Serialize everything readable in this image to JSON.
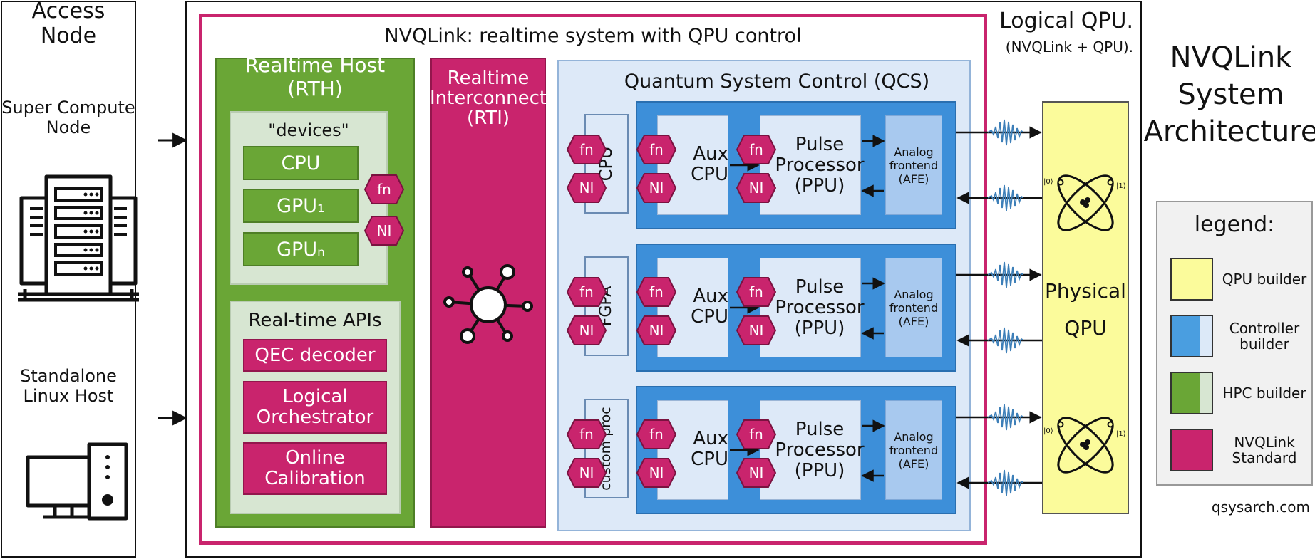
{
  "access": {
    "title": "Access Node",
    "super_compute": "Super Compute\nNode",
    "standalone": "Standalone\nLinux Host"
  },
  "logical_qpu": {
    "title": "Logical QPU.",
    "subtitle": "(NVQLink + QPU)."
  },
  "nvqlink": {
    "title": "NVQLink: realtime system with QPU control"
  },
  "rth": {
    "title": "Realtime Host (RTH)",
    "devices_title": "\"devices\"",
    "devices": [
      "CPU",
      "GPU₁",
      "GPUₙ"
    ],
    "apis_title": "Real-time APIs",
    "apis": [
      "QEC decoder",
      "Logical\nOrchestrator",
      "Online\nCalibration"
    ]
  },
  "rti": {
    "title": "Realtime\nInterconnect\n(RTI)"
  },
  "qcs": {
    "title": "Quantum System Control (QCS)",
    "processors": [
      "CPU",
      "FGPA",
      "custom proc"
    ],
    "aux_label": "Aux\nCPU",
    "ppu_label": "Pulse\nProcessor\n(PPU)",
    "afe_label": "Analog\nfrontend\n(AFE)"
  },
  "tags": {
    "fn": "fn",
    "ni": "NI"
  },
  "physical_qpu": {
    "label": "Physical\nQPU",
    "ket0": "|0⟩",
    "ket1": "|1⟩"
  },
  "diagram_title": "NVQLink\nSystem\nArchitecture",
  "legend": {
    "title": "legend:",
    "items": [
      {
        "label": "QPU builder",
        "colors": [
          "#fbfb9b",
          "#fbfb9b"
        ]
      },
      {
        "label": "Controller\nbuilder",
        "colors": [
          "#4a9ee0",
          "#dce9f8"
        ]
      },
      {
        "label": "HPC builder",
        "colors": [
          "#6aa636",
          "#d7e6d2"
        ]
      },
      {
        "label": "NVQLink\nStandard",
        "colors": [
          "#c9246d",
          "#c9246d"
        ]
      }
    ]
  },
  "credit": "qsysarch.com",
  "colors": {
    "green": "#6aa636",
    "green_light": "#d7e6d2",
    "magenta": "#c9246d",
    "blue": "#3d8fd9",
    "blue_light": "#dde9f8",
    "afe": "#a8c9ef",
    "yellow": "#fbfb9b"
  }
}
